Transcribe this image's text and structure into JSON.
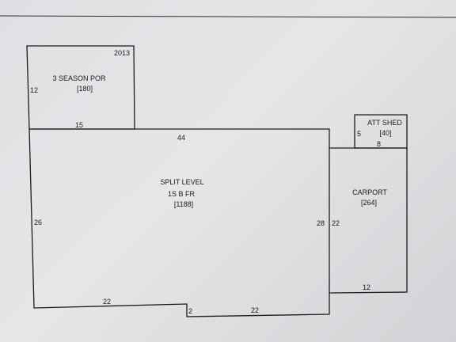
{
  "rooms": {
    "porch": {
      "name": "3 SEASON POR",
      "area": "[180]",
      "year": "2013",
      "dim_side": "12",
      "dim_bottom": "15"
    },
    "main": {
      "name_1": "SPLIT LEVEL",
      "name_2": "1S B FR",
      "area": "[1188]",
      "dim_top": "44",
      "dim_left": "26",
      "dim_right": "28",
      "dim_bottom_left": "22",
      "dim_step": "2",
      "dim_bottom_right": "22"
    },
    "carport": {
      "name": "CARPORT",
      "area": "[264]",
      "dim_side": "22",
      "dim_bottom": "12"
    },
    "shed": {
      "name": "ATT SHED",
      "area": "[40]",
      "dim_side": "5",
      "dim_bottom": "8"
    }
  }
}
